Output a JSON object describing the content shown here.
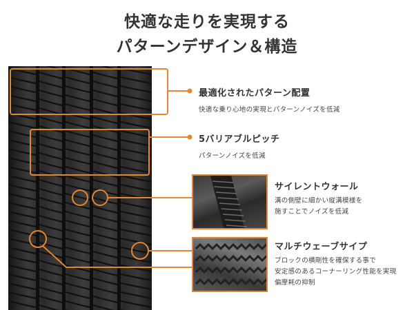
{
  "title": {
    "line1": "快適な走りを実現する",
    "line2": "パターンデザイン＆構造"
  },
  "features": [
    {
      "title": "最適化されたパターン配置",
      "desc": [
        "快適な乗り心地の実現とパターンノイズを低減"
      ]
    },
    {
      "title": "5バリアブルピッチ",
      "desc": [
        "パターンノイズを低減"
      ]
    },
    {
      "title": "サイレントウォール",
      "desc": [
        "溝の側壁に細かい縦溝模様を",
        "施すことでノイズを低減"
      ]
    },
    {
      "title": "マルチウェーブサイプ",
      "desc": [
        "ブロックの横剛性を確保する事で",
        "安定感のあるコーナーリング性能を実現",
        "偏摩耗の抑制"
      ]
    }
  ],
  "colors": {
    "accent": "#e8862c",
    "text": "#333333",
    "tread": "#2a2a2a"
  },
  "icons": {
    "bullet": "orange-dot-icon",
    "tire": "tire-tread-image",
    "sidewall": "groove-sidewall-closeup-image",
    "sipe": "wave-sipe-closeup-image"
  }
}
